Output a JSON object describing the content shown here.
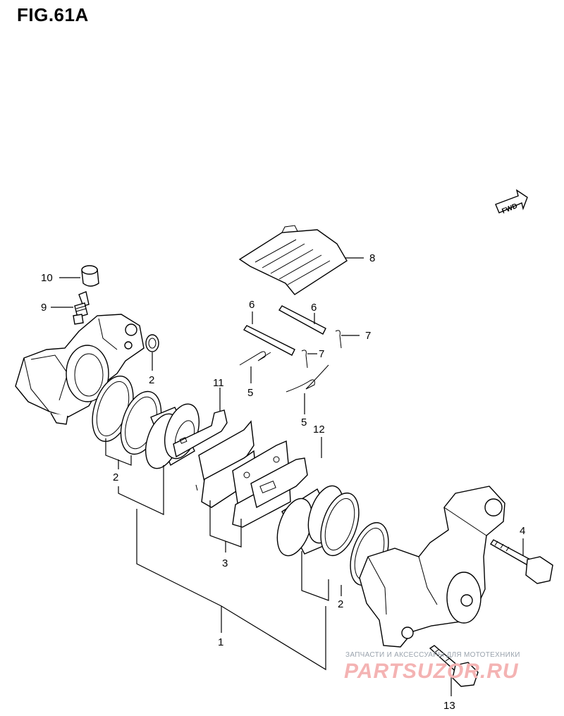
{
  "figure": {
    "title": "FIG.61A"
  },
  "direction_badge": {
    "label": "FWD"
  },
  "callouts": [
    {
      "id": "c1",
      "label": "1"
    },
    {
      "id": "c2a",
      "label": "2"
    },
    {
      "id": "c2b",
      "label": "2"
    },
    {
      "id": "c2c",
      "label": "2"
    },
    {
      "id": "c3",
      "label": "3"
    },
    {
      "id": "c4",
      "label": "4"
    },
    {
      "id": "c5a",
      "label": "5"
    },
    {
      "id": "c5b",
      "label": "5"
    },
    {
      "id": "c6a",
      "label": "6"
    },
    {
      "id": "c6b",
      "label": "6"
    },
    {
      "id": "c7a",
      "label": "7"
    },
    {
      "id": "c7b",
      "label": "7"
    },
    {
      "id": "c8",
      "label": "8"
    },
    {
      "id": "c9",
      "label": "9"
    },
    {
      "id": "c10",
      "label": "10"
    },
    {
      "id": "c11",
      "label": "11"
    },
    {
      "id": "c12",
      "label": "12"
    },
    {
      "id": "c13",
      "label": "13"
    }
  ],
  "watermark": {
    "tagline": "ЗАПЧАСТИ И АКСЕССУАРЫ ДЛЯ МОТОТЕХНИКИ",
    "brand": "PARTSUZOR.RU"
  }
}
